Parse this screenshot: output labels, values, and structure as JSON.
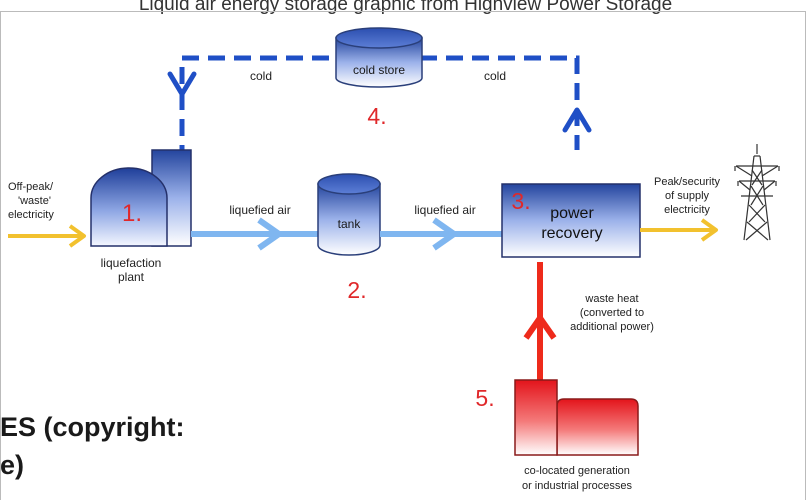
{
  "caption": {
    "top_partial": "Liquid air energy storage graphic from Highview Power Storage",
    "credit_line1": "ES (copyright:",
    "credit_line2": "e)"
  },
  "colors": {
    "cold_line": "#1f4fc6",
    "liquid_air_line": "#7fb6f0",
    "input_electricity": "#f2c12e",
    "output_electricity": "#f2c12e",
    "waste_heat": "#ee2a1b",
    "step_number": "#e0282a"
  },
  "nodes": {
    "cold_store": {
      "label": "cold store",
      "number": "4."
    },
    "liquefaction": {
      "label_line1": "liquefaction",
      "label_line2": "plant",
      "number": "1."
    },
    "tank": {
      "label": "tank",
      "number": "2."
    },
    "power_recovery": {
      "label_line1": "power",
      "label_line2": "recovery",
      "number": "3."
    },
    "colocated": {
      "label_line1": "co-located generation",
      "label_line2": "or industrial processes",
      "number": "5."
    }
  },
  "flows": {
    "cold_left": "cold",
    "cold_right": "cold",
    "liquefied_air_1": "liquefied air",
    "liquefied_air_2": "liquefied air",
    "input_line1": "Off-peak/",
    "input_line2": "'waste'",
    "input_line3": "electricity",
    "output_line1": "Peak/security",
    "output_line2": "of supply",
    "output_line3": "electricity",
    "waste_heat_line1": "waste heat",
    "waste_heat_line2": "(converted to",
    "waste_heat_line3": "additional power)"
  },
  "icons": {
    "pylon": "transmission-tower-icon"
  }
}
